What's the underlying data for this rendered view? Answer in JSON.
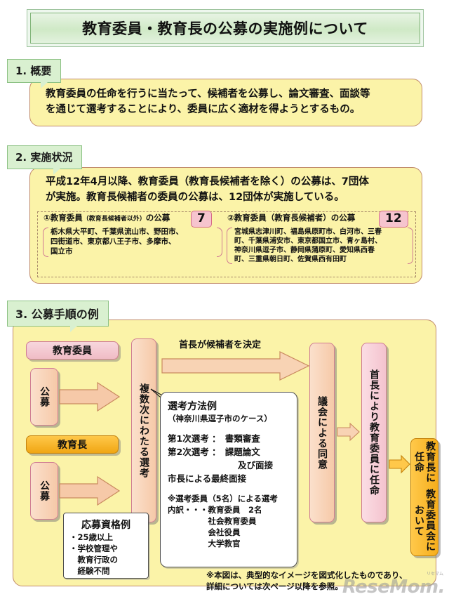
{
  "title": "教育委員・教育長の公募の実施例について",
  "sections": [
    {
      "tab": "1. 概要",
      "body_lines": [
        "教育委員の任命を行うに当たって、候補者を公募し、論文審査、面談等",
        "を通じて選考することにより、委員に広く適材を得ようとするもの。"
      ]
    },
    {
      "tab": "2. 実施状況",
      "body_lines": [
        "平成12年4月以降、教育委員（教育長候補者を除く）の公募は、7団体",
        "が実施。教育長候補者の委員の公募は、12団体が実施している。"
      ],
      "sub_boxes": [
        {
          "heading_main": "①教育委員",
          "heading_paren": "（教育長候補者以外）",
          "heading_tail": "の公募",
          "count": "7",
          "list_lines": [
            "栃木県大平町、千葉県流山市、野田市、",
            "四街道市、東京都八王子市、多摩市、",
            "国立市"
          ]
        },
        {
          "heading_main": "②教育委員（教育長候補者）の公募",
          "heading_paren": "",
          "heading_tail": "",
          "count": "12",
          "list_lines": [
            "宮城県志津川町、福島県原町市、白河市、三春",
            "町、千葉県浦安市、東京都国立市、青ヶ島村、",
            "神奈川県逗子市、静岡県蒲原町、愛知県西春",
            "町、三重県朝日町、佐賀県西有田町"
          ]
        }
      ]
    },
    {
      "tab": "3. 公募手順の例"
    }
  ],
  "flow": {
    "box_kyoiku_iin": "教育委員",
    "box_koubo_1": "公募",
    "box_kyoikucho": "教育長",
    "box_koubo_2": "公募",
    "box_fukusuuji": "複数次にわたる選考",
    "label_shucho_kettei": "首長が候補者を決定",
    "box_gikai": "議会による同意",
    "box_ninmei": "首長により教育委員に任命",
    "box_final_line1": "教育委員会において",
    "box_final_line2": "教育長に任命"
  },
  "callout_method": {
    "heading": "選考方法例",
    "subheading": "（神奈川県逗子市のケース）",
    "rows": [
      "第1次選考 ：　書類審査",
      "第2次選考 ：　課題論文",
      "　　　　　　　　及び面接",
      "市長による最終面接"
    ],
    "note_head": "※選考委員",
    "note_tail": "（5名）による選考",
    "note_rows": [
      "内訳・・・教育委員　2名",
      "　　　　　社会教育委員",
      "　　　　　会社役員",
      "　　　　　大学教官"
    ]
  },
  "callout_qualification": {
    "heading": "応募資格例",
    "rows": [
      "・25歳以上",
      "・学校管理や",
      "　教育行政の",
      "　経験不問"
    ]
  },
  "footnote_lines": [
    "※本図は、典型的なイメージを図式化したものであり、",
    "詳細については次ページ以降を参照。"
  ],
  "watermark": {
    "text": "ReseMom.",
    "tiny": "リセマム"
  },
  "colors": {
    "title_green": "#cfe9c6",
    "tab_green": "#d9f0d0",
    "panel_yellow": "#fbf3a8",
    "panel_border": "#c08a6a",
    "pink": "#f4c3ce",
    "peach": "#f6c9a8",
    "gold": "#f6ae1c",
    "badge_pink": "#f6c4ce"
  }
}
